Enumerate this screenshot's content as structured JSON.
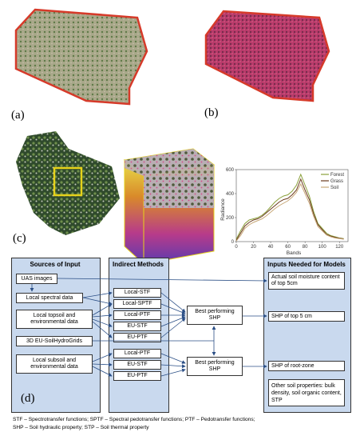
{
  "panels": {
    "a": "(a)",
    "b": "(b)",
    "c": "(c)",
    "d": "(d)"
  },
  "chart_data": {
    "type": "line",
    "xlabel": "Bands",
    "ylabel": "Radiance",
    "xlim": [
      0,
      130
    ],
    "ylim": [
      0,
      600
    ],
    "xticks": [
      "0",
      "20",
      "40",
      "60",
      "80",
      "100",
      "120"
    ],
    "yticks": [
      "0",
      "200",
      "400",
      "600"
    ],
    "legend_position": "top-right",
    "x": [
      0,
      5,
      10,
      15,
      20,
      25,
      30,
      35,
      40,
      45,
      50,
      55,
      60,
      65,
      70,
      75,
      80,
      85,
      90,
      95,
      100,
      105,
      110,
      115,
      120,
      125
    ],
    "series": [
      {
        "name": "Forest",
        "color": "#8aa03a",
        "values": [
          20,
          90,
          150,
          180,
          190,
          200,
          220,
          250,
          290,
          330,
          360,
          380,
          390,
          420,
          470,
          560,
          470,
          380,
          250,
          150,
          110,
          70,
          50,
          40,
          30,
          25
        ]
      },
      {
        "name": "Grass",
        "color": "#6b3a1e",
        "values": [
          10,
          70,
          130,
          160,
          180,
          190,
          210,
          240,
          270,
          300,
          330,
          350,
          360,
          390,
          430,
          520,
          430,
          350,
          230,
          140,
          100,
          60,
          45,
          35,
          28,
          22
        ]
      },
      {
        "name": "Soil",
        "color": "#c8a878",
        "values": [
          5,
          50,
          110,
          140,
          160,
          175,
          190,
          215,
          245,
          275,
          300,
          320,
          340,
          370,
          410,
          480,
          400,
          320,
          210,
          125,
          90,
          55,
          40,
          30,
          25,
          20
        ]
      }
    ]
  },
  "diagram": {
    "col_headers": {
      "sources": "Sources of Input",
      "methods": "Indirect Methods",
      "inputs": "Inputs Needed for Models"
    },
    "sources": {
      "uas": "UAS images",
      "spectral": "Local spectral data",
      "topsoil": "Local topsoil and environmental data",
      "grids": "3D EU-SoilHydroGrids",
      "subsoil": "Local subsoil and environmental data"
    },
    "methods_top": [
      "Local-STF",
      "Local-SPTF",
      "Local-PTF",
      "EU-STF",
      "EU-PTF"
    ],
    "methods_bottom": [
      "Local-PTF",
      "EU-STF",
      "EU-PTF"
    ],
    "best1": "Best performing SHP",
    "best2": "Best performing SHP",
    "outputs": {
      "moisture": "Actual soil moisture content of top 5cm",
      "shp_top": "SHP of top 5 cm",
      "shp_root": "SHP of root-zone",
      "other": "Other soil properties: bulk density, soil organic content, STP"
    }
  },
  "footnote": {
    "line1": "STF – Spectrotransfer functions;  SPTF – Spectral pedotransfer functions; PTF – Pedotransfer functions;",
    "line2": "SHP – Soil hydraulic property; STP – Soil thermal property"
  },
  "colors": {
    "field_boundary": "#d63a2a",
    "panel_blue": "#c9d9ee",
    "arrow": "#2b4f86",
    "highlight": "#e6d21a"
  }
}
